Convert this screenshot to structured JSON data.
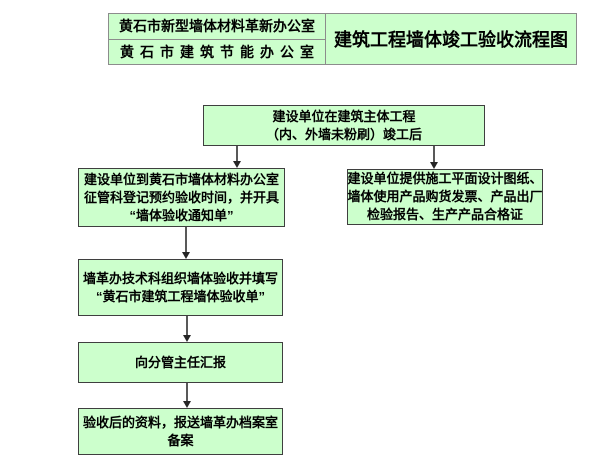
{
  "header": {
    "org_line1": "黄石市新型墙体材料革新办公室",
    "org_line2": "黄石市建筑节能办公室",
    "title": "建筑工程墙体竣工验收流程图"
  },
  "flowchart": {
    "steps": {
      "start": {
        "lines": [
          "建设单位在建筑主体工程",
          "（内、外墙未粉刷）竣工后"
        ]
      },
      "register": {
        "lines": [
          "建设单位到黄石市墙体材料办公室",
          "征管科登记预约验收时间，并开具",
          "“墙体验收通知单”"
        ]
      },
      "provide": {
        "lines": [
          "建设单位提供施工平面设计图纸、",
          "墙体使用产品购货发票、产品出厂",
          "检验报告、生产产品合格证"
        ]
      },
      "organize": {
        "lines": [
          "墙革办技术科组织墙体验收并填写",
          "“黄石市建筑工程墙体验收单”"
        ]
      },
      "report": {
        "lines": [
          "向分管主任汇报"
        ]
      },
      "archive": {
        "lines": [
          "验收后的资料，报送墙革办档案室",
          "备案"
        ]
      }
    }
  },
  "colors": {
    "box_fill": "#ccffcc",
    "box_border": "#3f3f3f",
    "header_border": "#8c8c8c",
    "arrow": "#595959"
  }
}
